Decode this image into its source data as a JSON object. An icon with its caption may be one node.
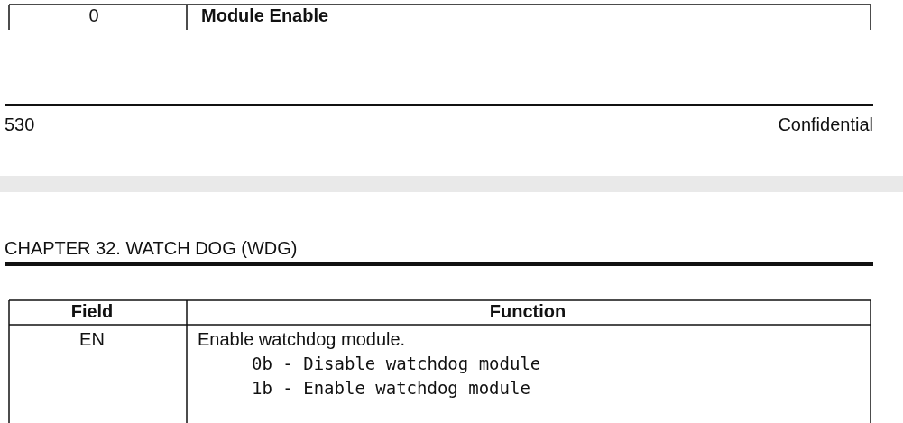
{
  "diagram": {
    "labels": [
      "0",
      "Module Enable",
      "530",
      "Confidential",
      "CHAPTER 32.  WATCH DOG (WDG)",
      "Field",
      "Function",
      "EN",
      "Enable watchdog module.",
      "0b - Disable watchdog module",
      "1b - Enable watchdog module"
    ]
  }
}
